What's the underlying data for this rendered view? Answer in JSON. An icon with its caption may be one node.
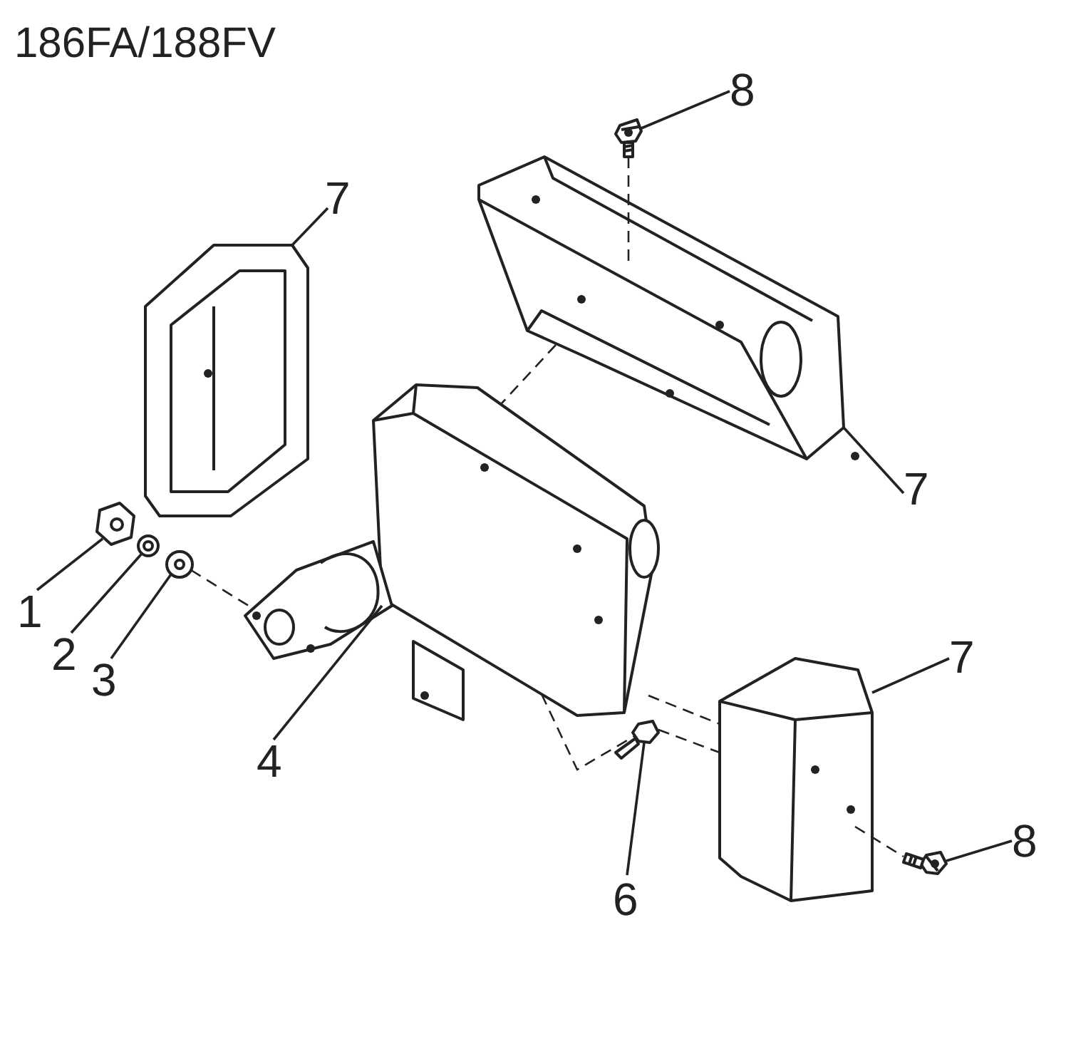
{
  "diagram": {
    "title": "186FA/188FV",
    "nodes": [
      {
        "text": [
          "8"
        ]
      },
      {
        "text": [
          "7"
        ]
      },
      {
        "text": [
          "7"
        ]
      },
      {
        "text": [
          "1"
        ]
      },
      {
        "text": [
          "2"
        ]
      },
      {
        "text": [
          "7"
        ]
      },
      {
        "text": [
          "3"
        ]
      },
      {
        "text": [
          "4"
        ]
      },
      {
        "text": [
          "8"
        ]
      },
      {
        "text": [
          "6"
        ]
      },
      {
        "text": [],
        "shape": "picture"
      },
      {
        "text": [],
        "shape": "picture"
      },
      {
        "text": [],
        "shape": "picture"
      },
      {
        "text": [],
        "shape": "picture"
      },
      {
        "text": [],
        "shape": "picture"
      },
      {
        "text": [],
        "shape": "picture"
      },
      {
        "text": [],
        "shape": "picture"
      },
      {
        "text": [],
        "shape": "picture"
      },
      {
        "text": [],
        "shape": "picture"
      },
      {
        "text": [],
        "shape": "picture"
      }
    ],
    "edges": [
      {
        "from": 0,
        "to": 10,
        "arrow": "none"
      },
      {
        "from": 1,
        "to": 11,
        "arrow": "none"
      },
      {
        "from": 2,
        "to": 12,
        "arrow": "none"
      },
      {
        "from": 3,
        "to": 13,
        "arrow": "none"
      },
      {
        "from": 4,
        "to": 14,
        "arrow": "none"
      },
      {
        "from": 5,
        "to": 17,
        "arrow": "none"
      },
      {
        "from": 6,
        "to": 15,
        "arrow": "none"
      },
      {
        "from": 7,
        "to": 16,
        "arrow": "none"
      },
      {
        "from": 8,
        "to": 18,
        "arrow": "none"
      },
      {
        "from": 9,
        "to": 19,
        "arrow": "none"
      },
      {
        "from": 10,
        "to": 12,
        "arrow": "none",
        "style": "dashed"
      },
      {
        "from": 15,
        "to": 16,
        "arrow": "none",
        "style": "dashed"
      },
      {
        "from": 12,
        "to": 16,
        "arrow": "none",
        "style": "dashed"
      },
      {
        "from": 16,
        "to": 19,
        "arrow": "none",
        "style": "dashed"
      },
      {
        "from": 19,
        "to": 17,
        "arrow": "none",
        "style": "dashed"
      },
      {
        "from": 16,
        "to": 17,
        "arrow": "none",
        "style": "dashed"
      },
      {
        "from": 17,
        "to": 18,
        "arrow": "none",
        "style": "dashed"
      }
    ]
  }
}
